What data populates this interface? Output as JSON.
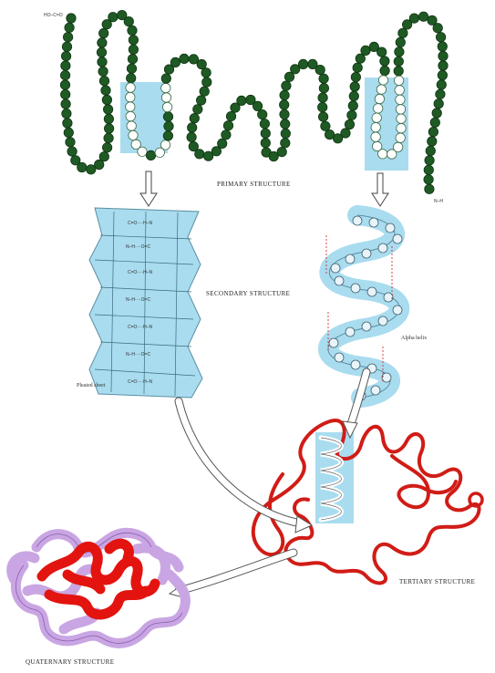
{
  "labels": {
    "primary": "PRIMARY STRUCTURE",
    "secondary": "SECONDARY STRUCTURE",
    "tertiary": "TERTIARY STRUCTURE",
    "quaternary": "QUATERNARY STRUCTURE",
    "pleated_sheet": "Pleated sheet",
    "alpha_helix": "Alpha helix"
  },
  "terminals": {
    "c_terminal": "HO–C=O",
    "n_terminal": "N–H"
  },
  "colors": {
    "bead_green": "#1f5a24",
    "bead_highlight": "#ffffff",
    "highlight_blue": "#a9dcef",
    "tertiary_red": "#d11c16",
    "quaternary_purple": "#c9a6e3",
    "arrow_white": "#ffffff"
  }
}
